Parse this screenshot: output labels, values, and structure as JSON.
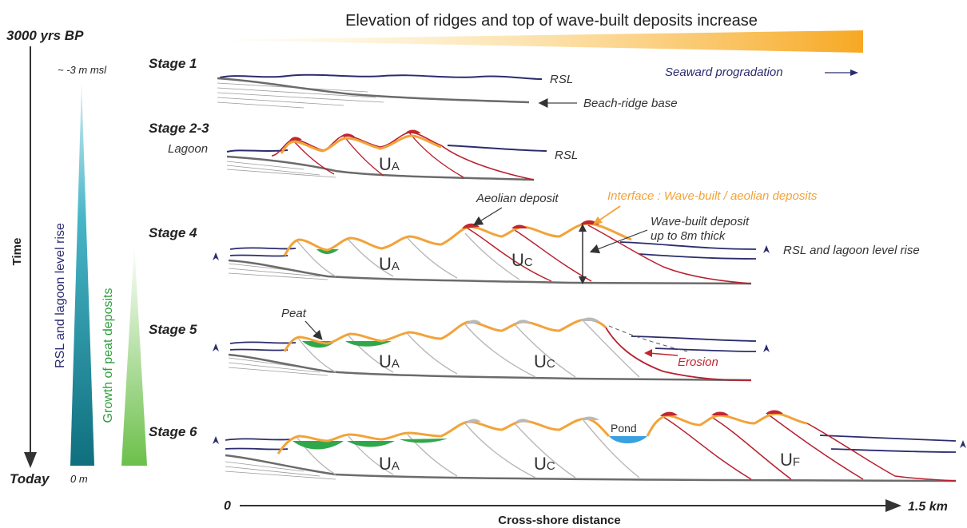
{
  "header": {
    "title": "Elevation of ridges and top of wave-built deposits increase"
  },
  "time_axis": {
    "start": "3000 yrs BP",
    "end": "Today",
    "label": "Time"
  },
  "sea_level_bar": {
    "top_label": "~ -3 m msl",
    "bottom_label": "0 m",
    "label": "RSL and lagoon level rise"
  },
  "peat_bar": {
    "label": "Growth of peat deposits"
  },
  "stages": [
    {
      "label": "Stage 1"
    },
    {
      "label": "Stage 2-3"
    },
    {
      "label": "Stage 4"
    },
    {
      "label": "Stage 5"
    },
    {
      "label": "Stage 6"
    }
  ],
  "annotations": {
    "seaward": "Seaward progradation",
    "rsl_s1": "RSL",
    "beach_base": "Beach-ridge base",
    "lagoon": "Lagoon",
    "rsl_s23": "RSL",
    "aeolian": "Aeolian deposit",
    "interface": "Interface : Wave-built / aeolian deposits",
    "wave_built_1": "Wave-built deposit",
    "wave_built_2": "up to 8m thick",
    "rsl_rise": "RSL and lagoon level rise",
    "peat": "Peat",
    "erosion": "Erosion",
    "pond": "Pond"
  },
  "units": {
    "a_main": "U",
    "a_sub": "A",
    "c_main": "U",
    "c_sub": "C",
    "f_main": "U",
    "f_sub": "F"
  },
  "distance_axis": {
    "start": "0",
    "end": "1.5 km",
    "label": "Cross-shore distance"
  },
  "colors": {
    "rsl": "#2b2c6e",
    "wave_built_red": "#b8202e",
    "interface_orange": "#f2a33a",
    "aeolian_red": "#c1272d",
    "old_ridge_grey": "#b9b9b9",
    "base_grey": "#6b6b6b",
    "peat_green": "#2fa84a",
    "pond_blue": "#3aa0e0",
    "sea_bar_top": "#9fd6e6",
    "sea_bar_bottom": "#0f6f7e",
    "peat_bar_top": "#ffffff",
    "peat_bar_bottom": "#6cc04a",
    "title_bar": "#f7a823"
  }
}
